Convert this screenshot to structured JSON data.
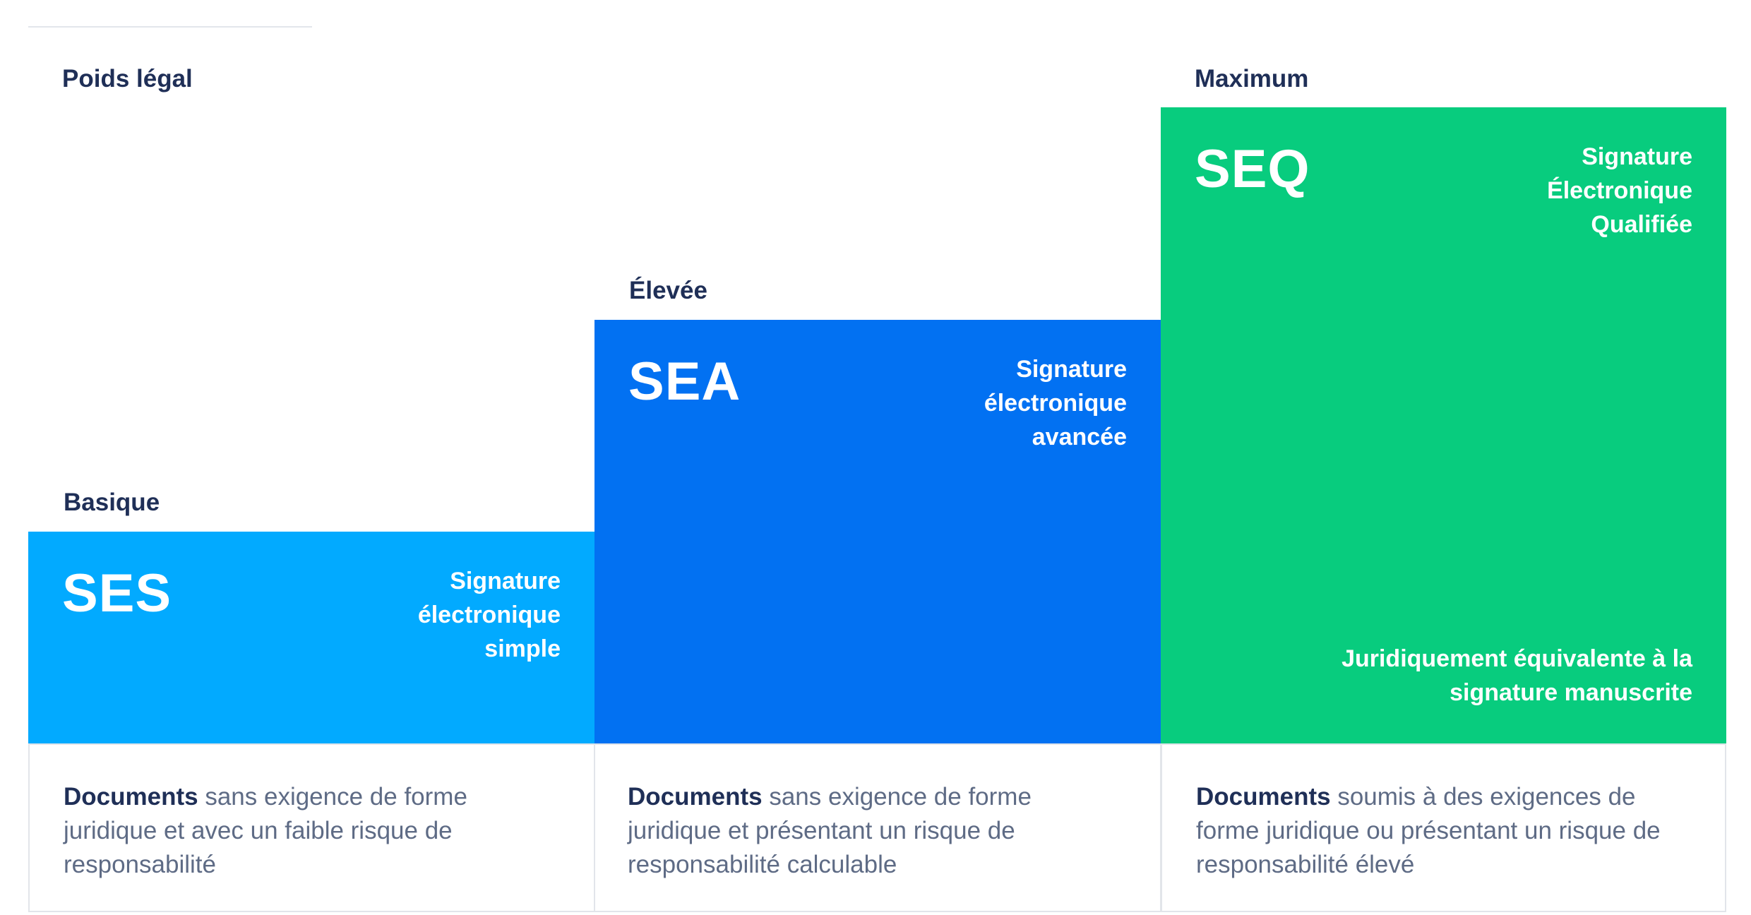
{
  "levels": {
    "axis_label": "Poids légal",
    "basic": "Basique",
    "high": "Élevée",
    "max": "Maximum"
  },
  "tiers": [
    {
      "abbr": "SES",
      "name_lines": [
        "Signature",
        "électronique",
        "simple"
      ],
      "color": "#02aaff",
      "desc_strong": "Documents",
      "desc_text": " sans exigence de forme juridique et avec un faible risque de responsabilité"
    },
    {
      "abbr": "SEA",
      "name_lines": [
        "Signature",
        "électronique",
        "avancée"
      ],
      "color": "#0271f2",
      "desc_strong": "Documents",
      "desc_text": " sans exigence de forme juridique et présentant un risque de responsabilité calculable"
    },
    {
      "abbr": "SEQ",
      "name_lines": [
        "Signature",
        "Électronique",
        "Qualifiée"
      ],
      "color": "#08cc7e",
      "note": "Juridiquement équivalente à la signature manuscrite",
      "desc_strong": "Documents",
      "desc_text": " soumis à des exigences de forme juridique ou présentant un risque de responsabilité élevé"
    }
  ],
  "colors": {
    "heading_text": "#1f2f57",
    "body_text": "#5e6b85",
    "border": "#e2e5ea"
  }
}
